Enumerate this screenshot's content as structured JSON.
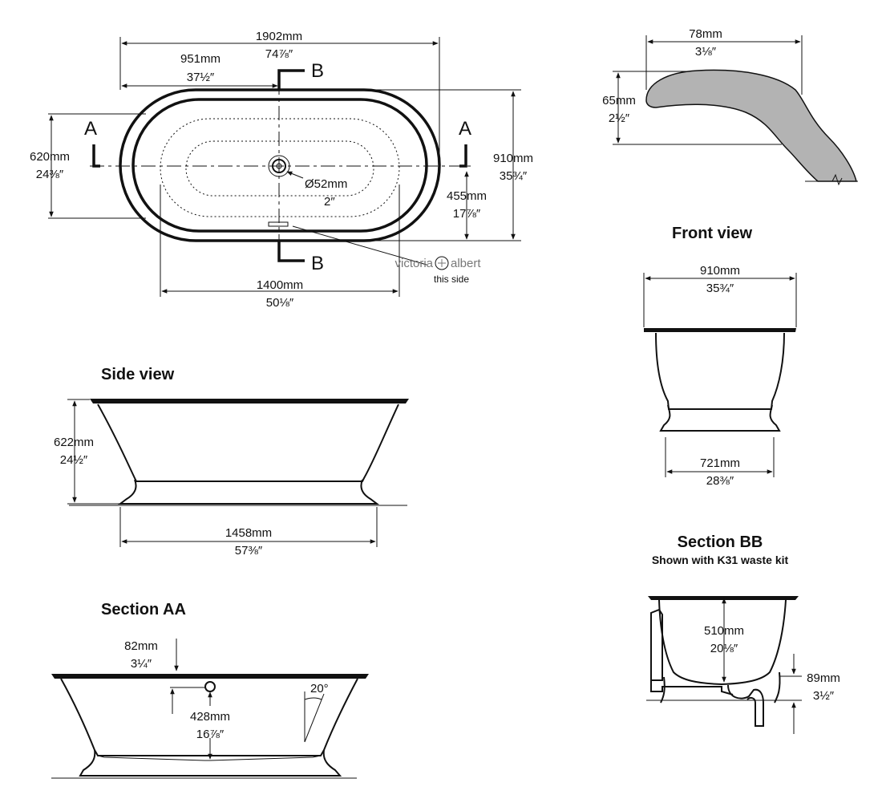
{
  "plan": {
    "overall_length": "1902mm",
    "overall_length_in": "74⅞″",
    "half_length": "951mm",
    "half_length_in": "37½″",
    "overall_width": "910mm",
    "overall_width_in": "35¾″",
    "inner_width": "620mm",
    "inner_width_in": "24⅜″",
    "half_width": "455mm",
    "half_width_in": "17⅞″",
    "waste_dia": "Ø52mm",
    "waste_dia_in": "2″",
    "base_length": "1400mm",
    "base_length_in": "50⅛″",
    "cut_a_left": "A",
    "cut_a_right": "A",
    "cut_b_top": "B",
    "cut_b_bottom": "B",
    "brand_left": "victoria",
    "brand_right": "albert",
    "brand_note": "this side"
  },
  "lip": {
    "width": "78mm",
    "width_in": "3⅛″",
    "height": "65mm",
    "height_in": "2½″"
  },
  "front_view": {
    "title": "Front view",
    "top_width": "910mm",
    "top_width_in": "35¾″",
    "base_width": "721mm",
    "base_width_in": "28⅜″"
  },
  "side_view": {
    "title": "Side view",
    "height": "622mm",
    "height_in": "24½″",
    "base_length": "1458mm",
    "base_length_in": "57⅜″"
  },
  "section_aa": {
    "title": "Section AA",
    "rim": "82mm",
    "rim_in": "3¼″",
    "overflow": "428mm",
    "overflow_in": "16⅞″",
    "angle": "20°"
  },
  "section_bb": {
    "title": "Section BB",
    "subtitle": "Shown with K31 waste kit",
    "depth": "510mm",
    "depth_in": "20⅛″",
    "clearance": "89mm",
    "clearance_in": "3½″"
  }
}
